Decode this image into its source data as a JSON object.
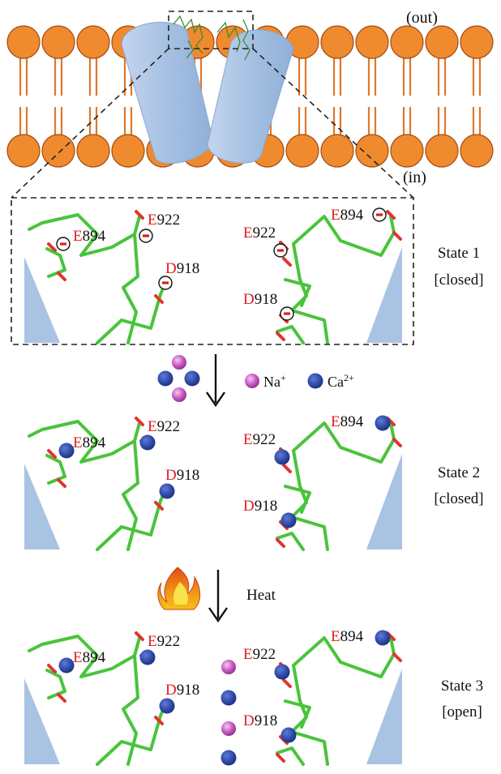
{
  "membrane": {
    "outside_label": "(out)",
    "inside_label": "(in)"
  },
  "residues": {
    "e894": {
      "letter": "E",
      "number": "894"
    },
    "e922": {
      "letter": "E",
      "number": "922"
    },
    "d918": {
      "letter": "D",
      "number": "918"
    }
  },
  "states": [
    {
      "name": "State 1",
      "condition": "[closed]"
    },
    {
      "name": "State 2",
      "condition": "[closed]"
    },
    {
      "name": "State 3",
      "condition": "[open]"
    }
  ],
  "legend": {
    "sodium": {
      "label": "Na",
      "superscript": "+"
    },
    "calcium": {
      "label": "Ca",
      "superscript": "2+"
    }
  },
  "transitions": {
    "heat_label": "Heat"
  },
  "colors": {
    "lipid_head": "#f08a2e",
    "lipid_head_stroke": "#a24a10",
    "lipid_tail": "#e0782a",
    "channel_helix": "#a9c3e3",
    "backbone": "#49c43b",
    "oxygen": "#e0352f",
    "sodium_ion": "#c85cc4",
    "calcium_ion": "#2f4aa8",
    "residue_letter": "#e02020",
    "text": "#111111"
  }
}
